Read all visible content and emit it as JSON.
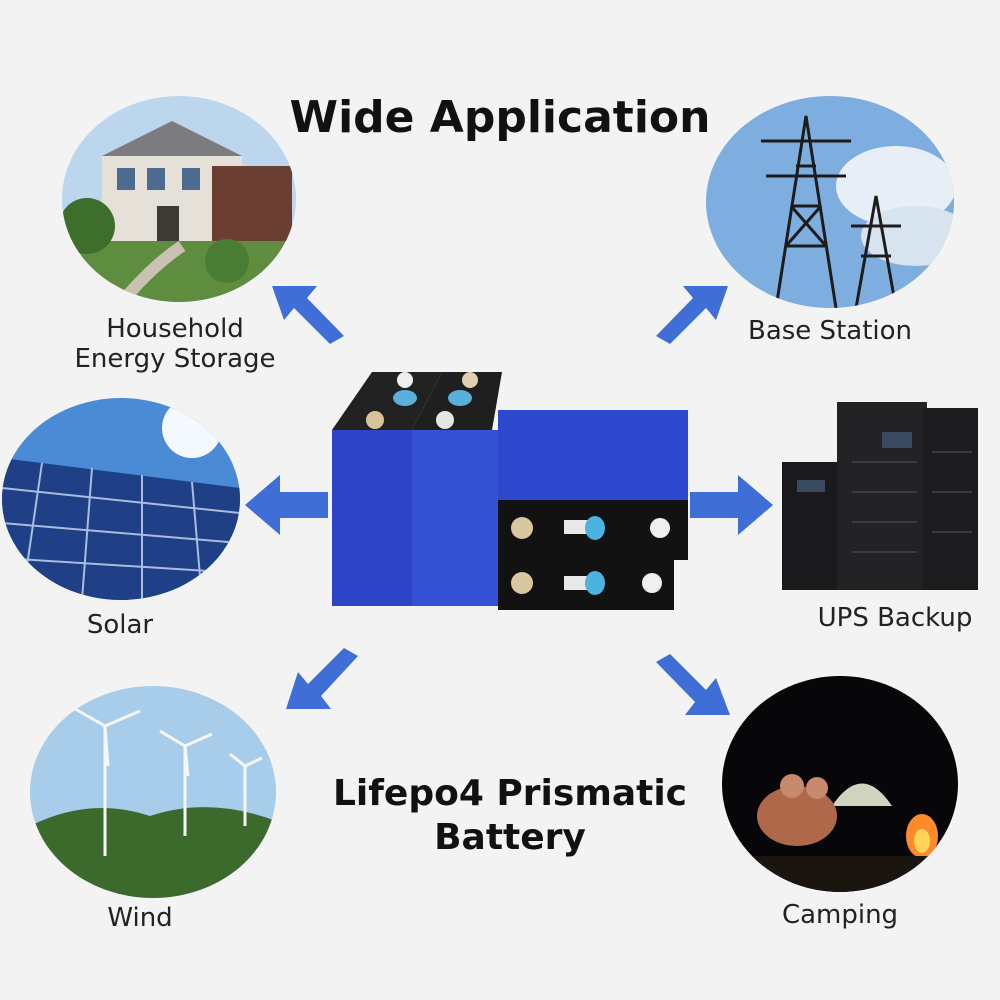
{
  "title": "Wide Application",
  "applications": {
    "household": {
      "line1": "Household",
      "line2": "Energy Storage"
    },
    "base_station": "Base Station",
    "solar": "Solar",
    "ups": "UPS Backup",
    "wind": "Wind",
    "camping": "Camping"
  },
  "product": {
    "line1": "Lifepo4 Prismatic",
    "line2": "Battery"
  },
  "colors": {
    "arrow": "#3f6fd6",
    "battery": "#2b43c8",
    "background": "#f3f3f3"
  }
}
